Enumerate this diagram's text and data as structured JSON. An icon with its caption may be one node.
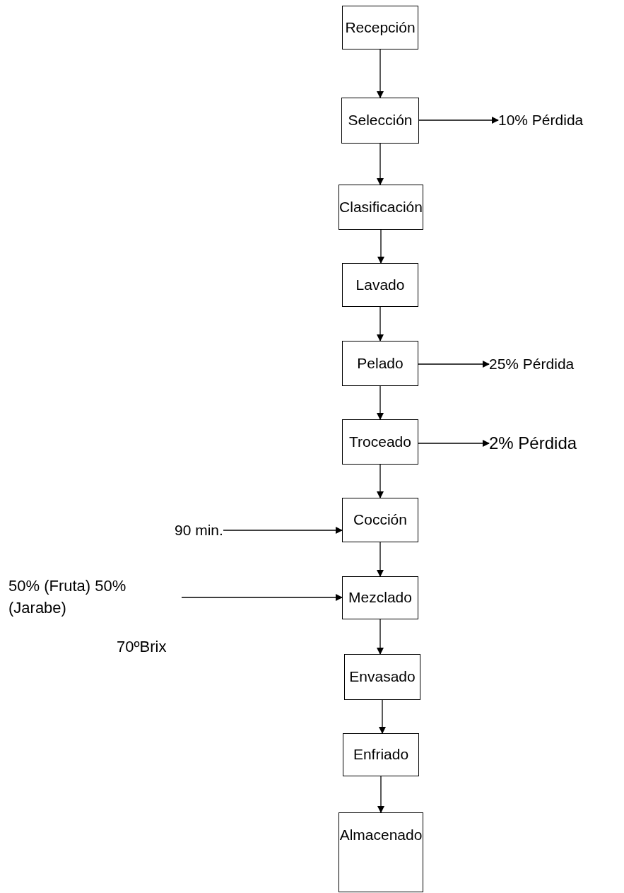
{
  "diagram": {
    "nodes": [
      {
        "text": [
          "Recepción"
        ]
      },
      {
        "text": [
          "Selección"
        ]
      },
      {
        "text": [
          "10% Pérdida"
        ]
      },
      {
        "text": [
          "Clasificación"
        ]
      },
      {
        "text": [
          "Lavado"
        ]
      },
      {
        "text": [
          "Pelado"
        ]
      },
      {
        "text": [
          "25% Pérdida"
        ]
      },
      {
        "text": [
          "Troceado"
        ]
      },
      {
        "text": [
          "2% Pérdida"
        ]
      },
      {
        "text": [
          "90 min."
        ]
      },
      {
        "text": [
          "Cocción"
        ]
      },
      {
        "text": [
          "50% (Fruta) 50% (Jarabe)"
        ]
      },
      {
        "text": [
          "Mezclado"
        ]
      },
      {
        "text": [
          "Envasado"
        ]
      },
      {
        "text": [
          "Enfriado"
        ]
      },
      {
        "text": [
          "Almacenado"
        ]
      }
    ],
    "edges": [
      {
        "from": 0,
        "to": 1,
        "arrow": "to"
      },
      {
        "from": 1,
        "to": 2,
        "arrow": "to"
      },
      {
        "from": 1,
        "to": 3,
        "arrow": "to"
      },
      {
        "from": 3,
        "to": 4,
        "arrow": "to"
      },
      {
        "from": 4,
        "to": 5,
        "arrow": "to"
      },
      {
        "from": 5,
        "to": 6,
        "arrow": "to"
      },
      {
        "from": 5,
        "to": 7,
        "arrow": "to"
      },
      {
        "from": 7,
        "to": 8,
        "arrow": "to"
      },
      {
        "from": 7,
        "to": 10,
        "arrow": "to"
      },
      {
        "from": 9,
        "to": 10,
        "arrow": "to"
      },
      {
        "from": 10,
        "to": 12,
        "arrow": "to"
      },
      {
        "from": 11,
        "to": 12,
        "arrow": "to"
      },
      {
        "from": 12,
        "to": 13,
        "arrow": "to"
      },
      {
        "from": 13,
        "to": 14,
        "arrow": "to"
      },
      {
        "from": 14,
        "to": 15,
        "arrow": "to"
      }
    ],
    "labels": [
      "70ºBrix"
    ]
  }
}
